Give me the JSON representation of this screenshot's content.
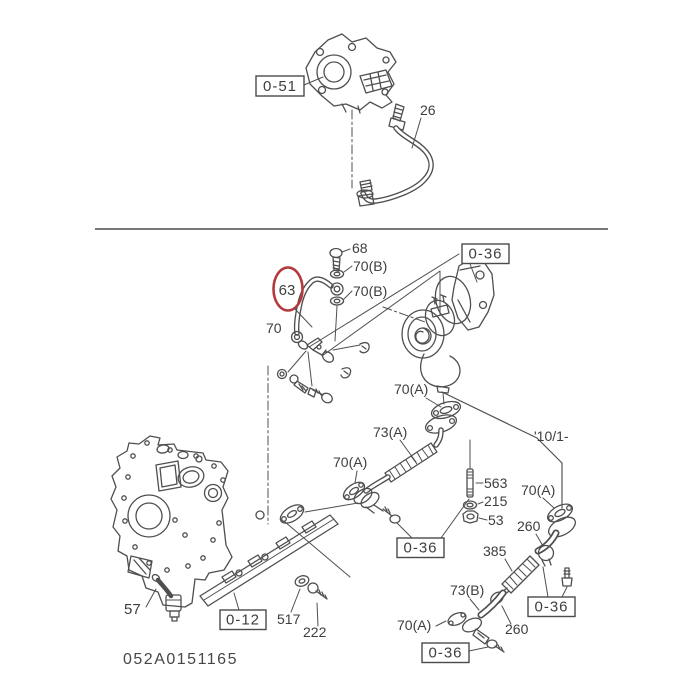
{
  "diagram": {
    "drawing_number": "052A0151165",
    "applicability_note": "'10/1-",
    "highlight_color": "#b5393c",
    "line_color": "#4f4f4f",
    "highlighted_part": "63",
    "ref_boxes": {
      "adapter_top": "0-51",
      "turbocharger": "0-36",
      "oil_return_mid": "0-36",
      "oil_return_right": "0-36",
      "oil_return_bottom": "0-36",
      "cylinder_block": "0-12"
    },
    "part_callouts": {
      "oil_pipe_top": "26",
      "bolt": "68",
      "washer_upper": "70(B)",
      "washer_lower": "70(B)",
      "oil_feed_pipe": "63",
      "washer_70": "70",
      "gasket_turbo_outlet": "70(A)",
      "oil_return_pipe_a": "73(A)",
      "gasket_return_left": "70(A)",
      "stud": "563",
      "washer_215": "215",
      "nut": "53",
      "gasket_right": "70(A)",
      "clamp_upper": "260",
      "hose": "385",
      "oil_return_pipe_b": "73(B)",
      "clamp_lower": "260",
      "gasket_bottom": "70(A)",
      "oil_level_sensor": "57",
      "washer_517": "517",
      "bolt_222": "222"
    }
  }
}
